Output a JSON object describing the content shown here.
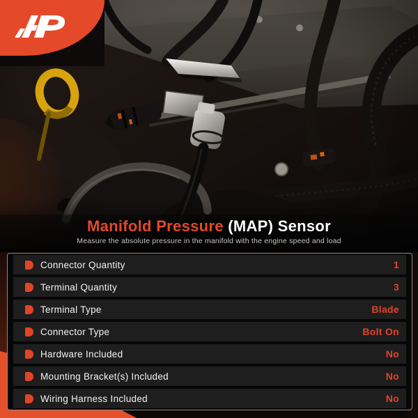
{
  "logo": {
    "name": "a-premium-logo",
    "bg_color": "#e4492a",
    "mark_color": "#ffffff"
  },
  "header": {
    "title_highlight": "Manifold Pressure",
    "title_rest": " (MAP) Sensor",
    "subtitle": "Measure the absolute pressure in the manifold with the engine speed and load"
  },
  "specs": {
    "rows": [
      {
        "label": "Connector Quantity",
        "value": "1"
      },
      {
        "label": "Terminal Quantity",
        "value": "3"
      },
      {
        "label": "Terminal Type",
        "value": "Blade"
      },
      {
        "label": "Connector Type",
        "value": "Bolt On"
      },
      {
        "label": "Hardware Included",
        "value": "No"
      },
      {
        "label": "Mounting Bracket(s) Included",
        "value": "No"
      },
      {
        "label": "Wiring Harness Included",
        "value": "No"
      }
    ]
  },
  "colors": {
    "accent_red": "#e2492b",
    "value_red": "#e2432a",
    "row_icon_red": "#e04527",
    "row_bg": "#1f1e1e",
    "panel_bg": "#070707",
    "panel_border": "#8b8b8b",
    "title_white": "#ffffff",
    "subtitle_gray": "#c9c6c3",
    "corner_orange": "#e4502a",
    "dipstick_yellow": "#d7a40e"
  },
  "photo": {
    "description": "engine bay with MAP sensor, black braided harnesses, yellow dipstick ring, silver bracket"
  }
}
